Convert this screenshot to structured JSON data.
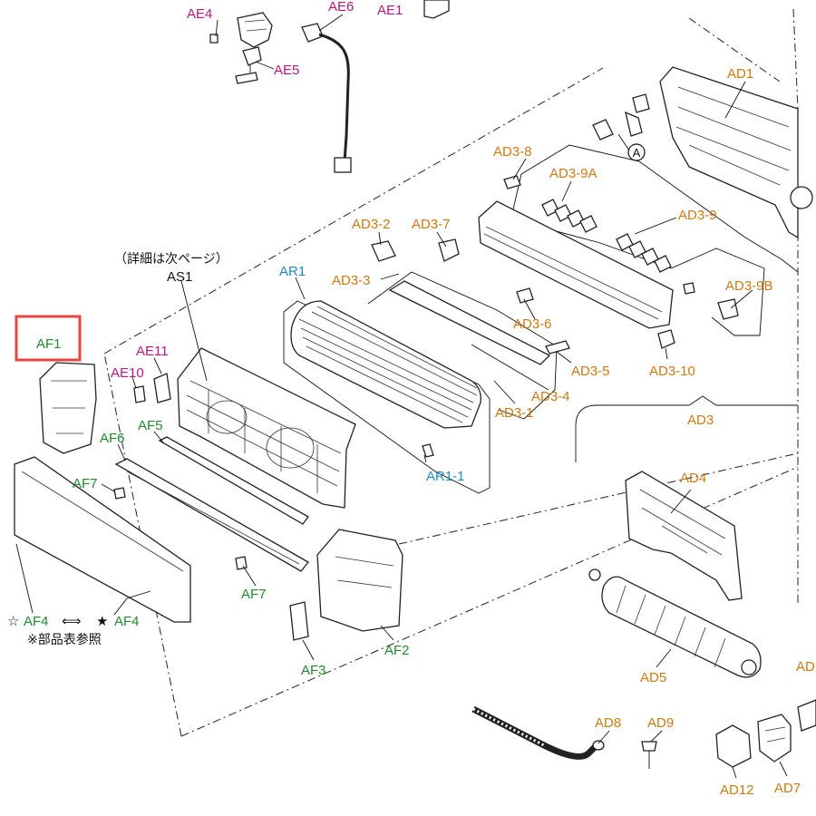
{
  "colors": {
    "magenta": "#b5177f",
    "orange": "#c97a12",
    "green": "#1f8a2e",
    "blue": "#1f8ac0",
    "black": "#111111",
    "highlight": "#e8463e"
  },
  "notes": {
    "detail_next_page": "（詳細は次ページ）",
    "see_parts_table": "※部品表参照"
  },
  "af4_equivalence": {
    "left_marker": "☆",
    "left_label": "AF4",
    "arrow": "⟺",
    "right_marker": "★",
    "right_label": "AF4"
  },
  "circle_marker": "A",
  "selected_part": "AF1",
  "labels": {
    "AE1": "AE1",
    "AE4": "AE4",
    "AE5": "AE5",
    "AE6": "AE6",
    "AE10": "AE10",
    "AE11": "AE11",
    "AD1": "AD1",
    "AD3": "AD3",
    "AD3_1": "AD3-1",
    "AD3_2": "AD3-2",
    "AD3_3": "AD3-3",
    "AD3_4": "AD3-4",
    "AD3_5": "AD3-5",
    "AD3_6": "AD3-6",
    "AD3_7": "AD3-7",
    "AD3_8": "AD3-8",
    "AD3_9": "AD3-9",
    "AD3_9A": "AD3-9A",
    "AD3_9B": "AD3-9B",
    "AD3_10": "AD3-10",
    "AD4": "AD4",
    "AD5": "AD5",
    "AD7": "AD7",
    "AD8": "AD8",
    "AD9": "AD9",
    "AD12": "AD12",
    "AD_cut": "AD",
    "AR1": "AR1",
    "AR1_1": "AR1-1",
    "AS1": "AS1",
    "AF1": "AF1",
    "AF2": "AF2",
    "AF3": "AF3",
    "AF5": "AF5",
    "AF6": "AF6",
    "AF7a": "AF7",
    "AF7b": "AF7"
  }
}
